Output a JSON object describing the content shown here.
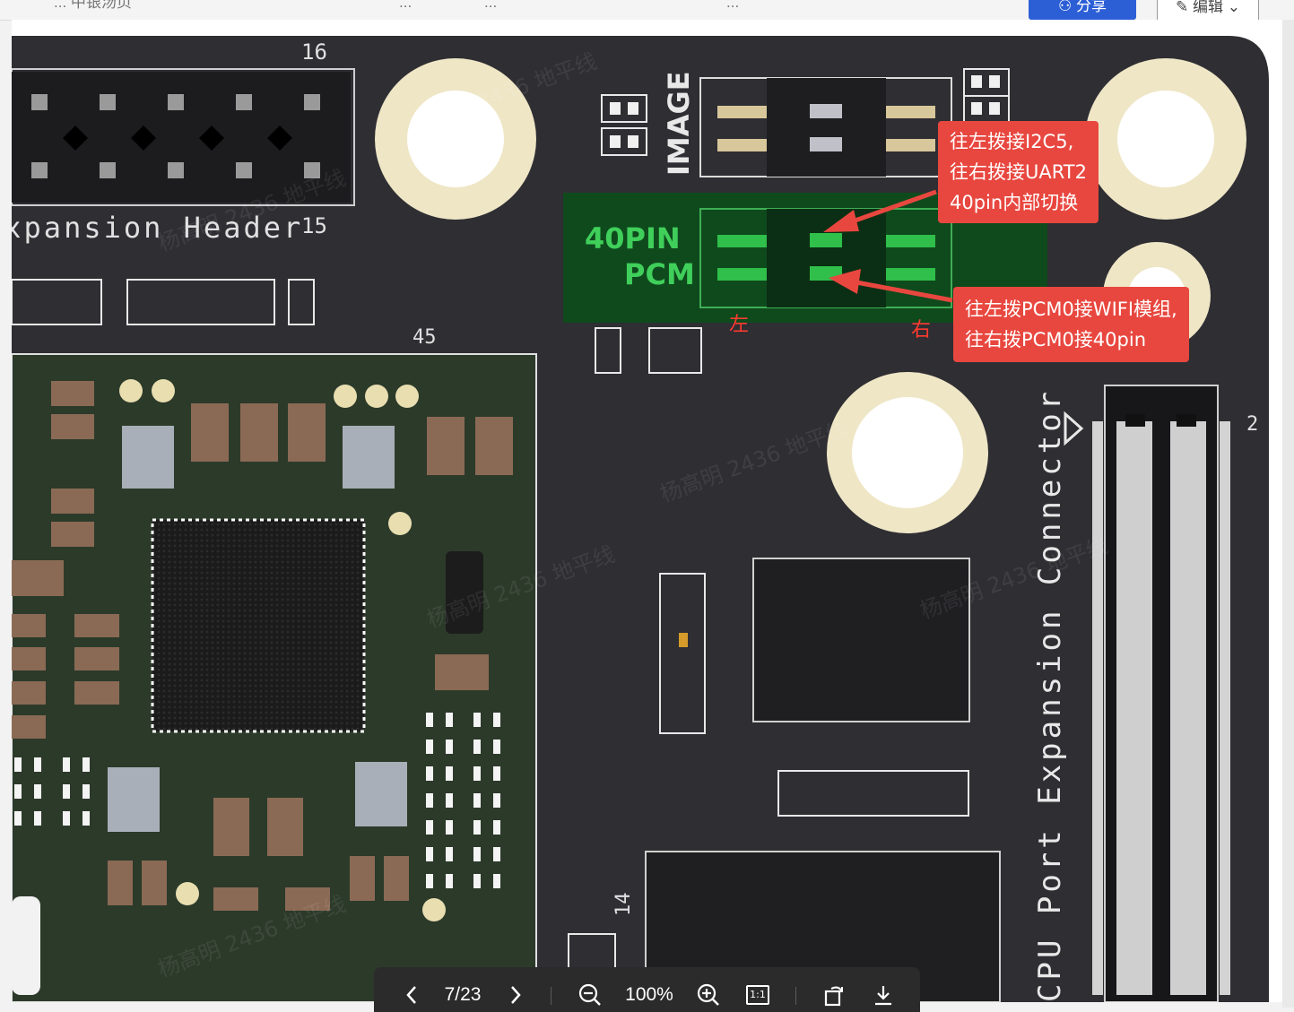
{
  "topbar": {
    "left_text": "... 中银汤页",
    "mid_text_1": "...",
    "mid_text_2": "...",
    "mid_text_3": "...",
    "share_label": "分享",
    "edit_label": "编辑"
  },
  "board": {
    "header_pin_top": "16",
    "header_pin_bottom": "15",
    "header_label": "Expansion Header",
    "label_45": "45",
    "image_label": "IMAGE",
    "sw_label_1": "40PIN",
    "sw_label_2": "PCM",
    "connector_label": "CPU Port Expansion Connector",
    "connector_pin": "2",
    "label_14": "14",
    "watermark": "杨高明 2436 地平线"
  },
  "annotations": {
    "callout_top": [
      "往左拨接I2C5,",
      "往右拨接UART2",
      "40pin内部切换"
    ],
    "callout_bottom": [
      "往左拨PCM0接WIFI模组,",
      "往右拨PCM0接40pin"
    ],
    "left_mark": "左",
    "right_mark": "右",
    "accent_color": "#e8473f"
  },
  "toolbar": {
    "page_indicator": "7/23",
    "zoom_level": "100%",
    "actual_size_label": "1:1"
  }
}
